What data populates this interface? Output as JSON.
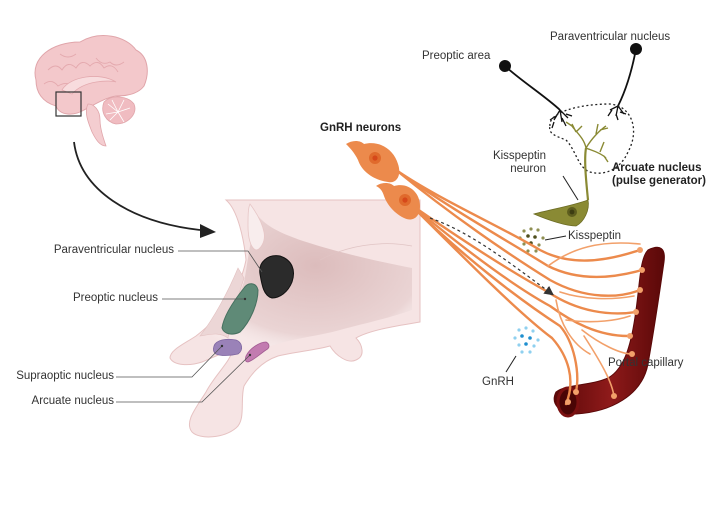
{
  "figure": {
    "title": "Hypothalamic control of GnRH pulse generation",
    "colors": {
      "brain_pink": "#f2c9cc",
      "brain_outline": "#d9a3a8",
      "hypothalamus_tissue": "#f3e1e1",
      "hypothalamus_inner": "#e6cccc",
      "paraventricular_fill": "#2b2b2b",
      "preoptic_fill": "#5f8a77",
      "supraoptic_fill": "#9a82b8",
      "arcuate_fill": "#c27bb0",
      "gnrh_neuron": "#ec8a4c",
      "gnrh_nucleus": "#e05a24",
      "kisspeptin_neuron": "#8a8a34",
      "capillary": "#7a1010",
      "gnrh_dots": "#3aa0d8",
      "kisspeptin_dots": "#7a7a3a",
      "afferent_neuron": "#111111"
    },
    "brain_panel": {
      "labels": [
        {
          "id": "paraventricular",
          "text": "Paraventricular nucleus"
        },
        {
          "id": "preoptic",
          "text": "Preoptic nucleus"
        },
        {
          "id": "supraoptic",
          "text": "Supraoptic nucleus"
        },
        {
          "id": "arcuate",
          "text": "Arcuate nucleus"
        }
      ]
    },
    "circuit_panel": {
      "labels": {
        "preoptic_area": "Preoptic area",
        "paraventricular_nucleus": "Paraventricular nucleus",
        "gnrh_neurons": "GnRH neurons",
        "kisspeptin_neuron_line1": "Kisspeptin",
        "kisspeptin_neuron_line2": "neuron",
        "arcuate_line1": "Arcuate nucleus",
        "arcuate_line2": "(pulse generator)",
        "kisspeptin": "Kisspeptin",
        "portal_capillary": "Portal capillary",
        "gnrh": "GnRH"
      }
    }
  }
}
